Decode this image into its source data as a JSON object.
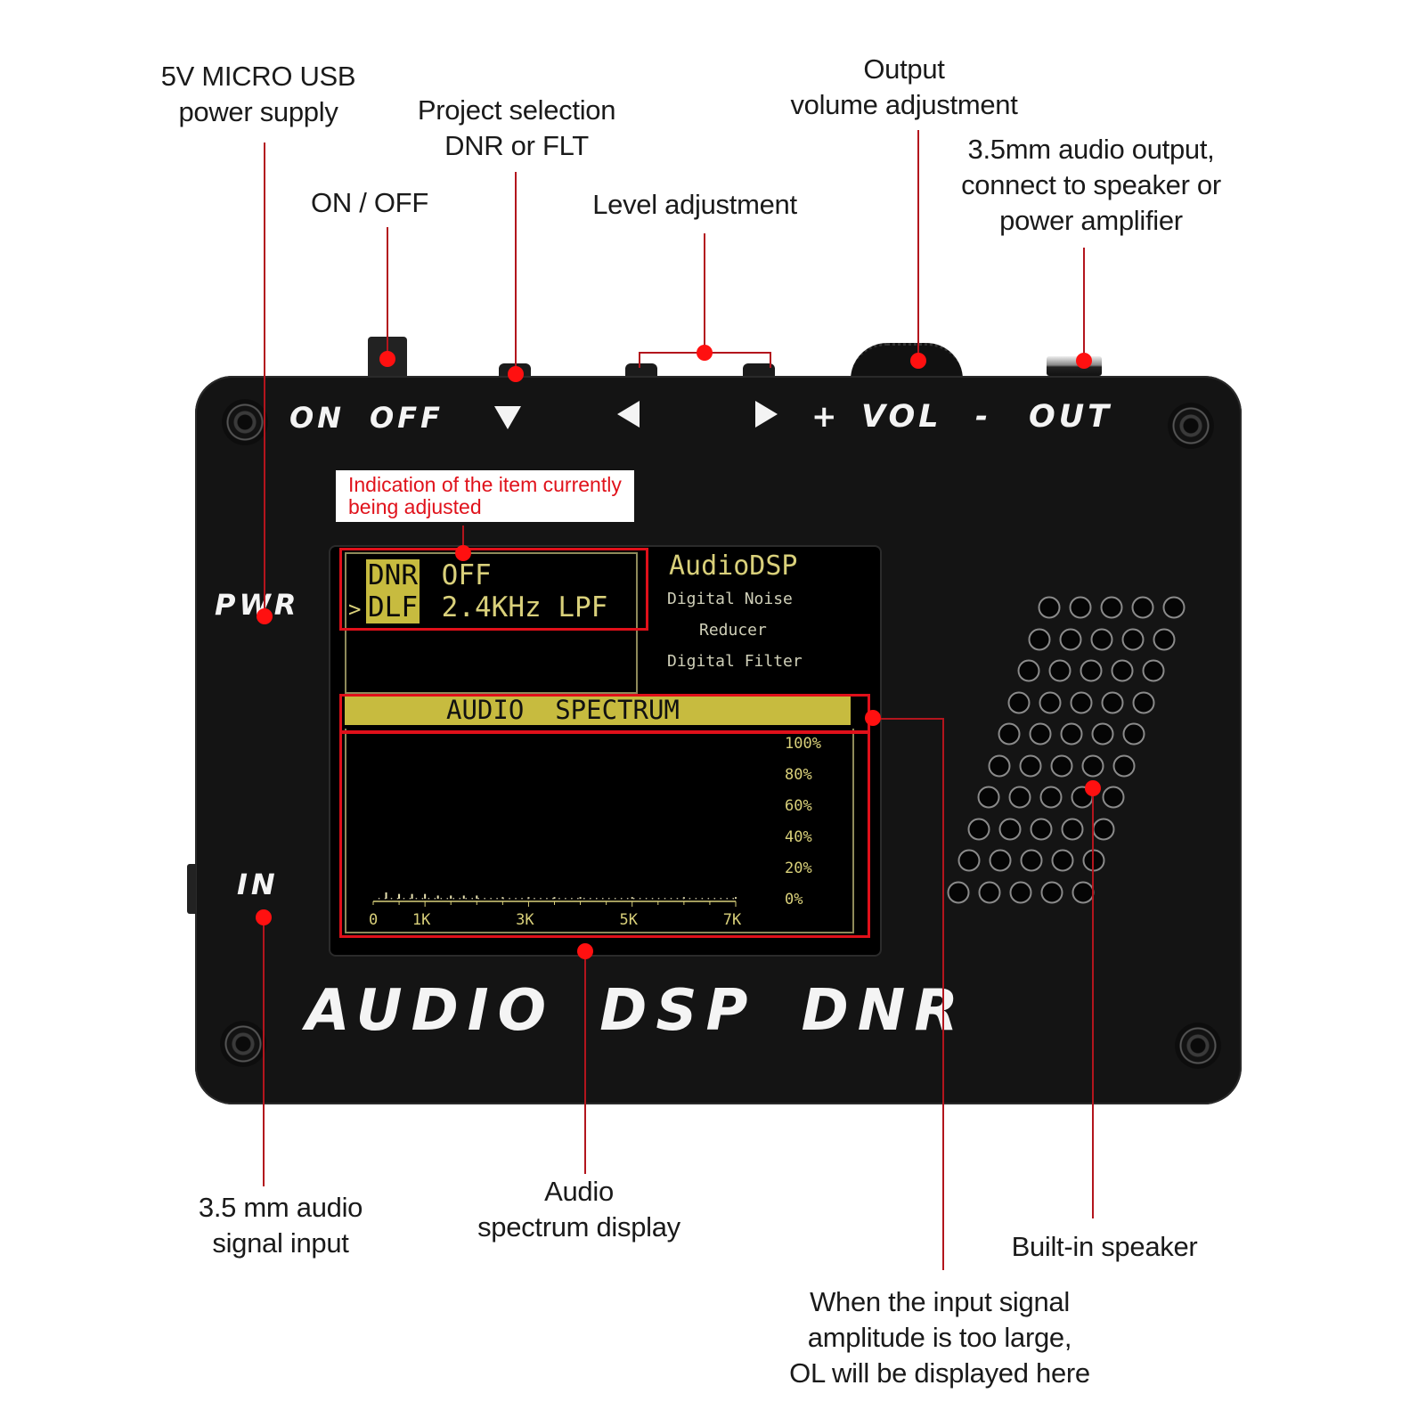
{
  "callouts": {
    "usb_power": [
      "5V MICRO USB",
      "power supply"
    ],
    "on_off": [
      "ON / OFF"
    ],
    "project_selection": [
      "Project selection",
      "DNR or FLT"
    ],
    "level_adjustment": [
      "Level adjustment"
    ],
    "output_volume": [
      "Output",
      "volume adjustment"
    ],
    "audio_output": [
      "3.5mm audio output,",
      "connect to speaker or",
      "power amplifier"
    ],
    "audio_input": [
      "3.5 mm audio",
      "signal input"
    ],
    "spectrum_display": [
      "Audio",
      "spectrum display"
    ],
    "builtin_speaker": [
      "Built-in speaker"
    ],
    "overload": [
      "When the input signal",
      "amplitude is too large,",
      "OL will be displayed here"
    ],
    "current_item": [
      "Indication of the item currently",
      "being adjusted"
    ]
  },
  "device": {
    "top_labels": {
      "on": "ON",
      "off": "OFF",
      "down_icon": "triangle-down-icon",
      "left_icon": "triangle-left-icon",
      "right_icon": "triangle-right-icon",
      "plus": "+",
      "vol": "VOL",
      "minus": "-",
      "out": "OUT"
    },
    "side_labels": {
      "pwr": "PWR",
      "in": "IN"
    },
    "brand": "AUDIO DSP DNR"
  },
  "lcd": {
    "rows": [
      {
        "cursor": "",
        "key": "DNR",
        "value": "OFF"
      },
      {
        "cursor": ">",
        "key": "DLF",
        "value": "2.4KHz LPF"
      }
    ],
    "title": "AudioDSP",
    "subtitle": [
      "Digital Noise",
      "Reducer",
      "Digital Filter"
    ],
    "spectrum_header": "AUDIO  SPECTRUM",
    "accent_color": "#c7bb3f"
  },
  "chart_data": {
    "type": "bar",
    "title": "AUDIO SPECTRUM",
    "xlabel": "",
    "ylabel": "",
    "x_tick_labels": [
      "0",
      "1K",
      "3K",
      "5K",
      "7K"
    ],
    "x_ticks": [
      0,
      1,
      3,
      5,
      7
    ],
    "y_tick_labels": [
      "100%",
      "80%",
      "60%",
      "40%",
      "20%",
      "0%"
    ],
    "xlim": [
      0,
      7
    ],
    "ylim": [
      0,
      100
    ],
    "series": [
      {
        "name": "spectrum",
        "x": [
          0.25,
          0.5,
          0.75,
          1.0,
          1.25,
          1.5,
          1.75,
          2.0,
          2.5,
          3.0,
          3.5,
          4.0,
          5.0,
          6.0,
          7.0
        ],
        "values": [
          4,
          3,
          3,
          3,
          2,
          2,
          2,
          2,
          1,
          1,
          1,
          1,
          1,
          1,
          1
        ]
      }
    ]
  }
}
